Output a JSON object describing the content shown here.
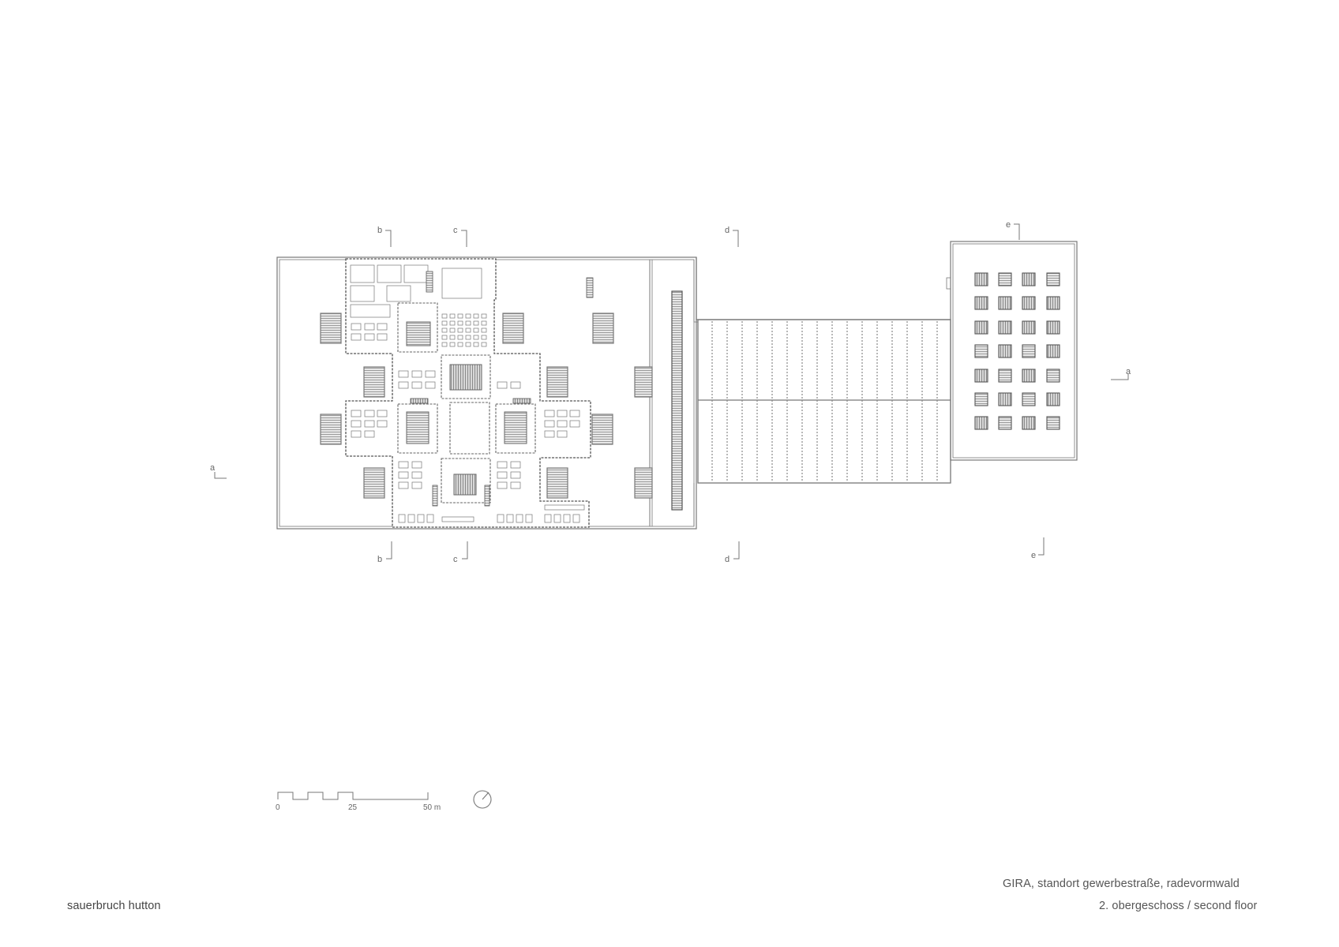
{
  "title_block": {
    "project": "GIRA, standort gewerbestraße, radevormwald",
    "sheet": "2. obergeschoss / second floor",
    "architect": "sauerbruch hutton"
  },
  "scale_bar": {
    "labels": [
      "0",
      "25",
      "50 m"
    ],
    "unit": "m"
  },
  "north_arrow": {
    "icon": "north-arrow-icon"
  },
  "section_markers": {
    "top": [
      "b",
      "c",
      "d",
      "e"
    ],
    "bottom": [
      "b",
      "c",
      "d",
      "e"
    ],
    "side": [
      "a",
      "a"
    ]
  },
  "plan": {
    "main_building": {
      "lightwell_count": 11
    },
    "bridge": {
      "bays": 17
    },
    "east_building": {
      "rows": 7,
      "cols": 4
    }
  },
  "colors": {
    "line": "#777777",
    "fill_grey": "#9a9a9a",
    "text": "#555555"
  }
}
